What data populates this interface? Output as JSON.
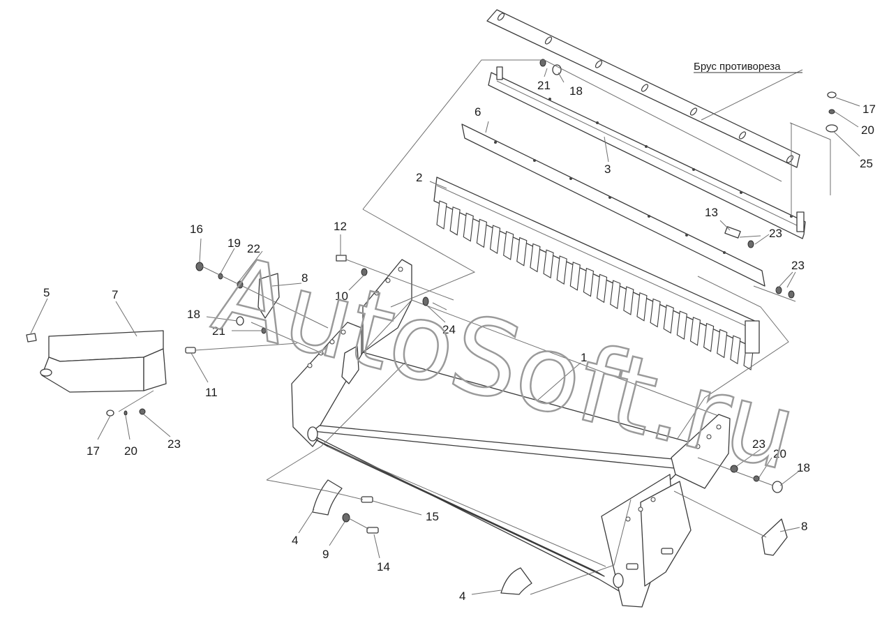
{
  "caption": "Брус противореза",
  "watermark": "AutoSoft.ru",
  "labels": {
    "l1": "1",
    "l2": "2",
    "l3": "3",
    "l4a": "4",
    "l4b": "4",
    "l5": "5",
    "l6": "6",
    "l7": "7",
    "l8a": "8",
    "l8b": "8",
    "l9": "9",
    "l10": "10",
    "l11": "11",
    "l12": "12",
    "l13": "13",
    "l14": "14",
    "l15": "15",
    "l16": "16",
    "l17a": "17",
    "l17b": "17",
    "l18a": "18",
    "l18b": "18",
    "l18c": "18",
    "l19": "19",
    "l20a": "20",
    "l20b": "20",
    "l20c": "20",
    "l21a": "21",
    "l21b": "21",
    "l22": "22",
    "l23a": "23",
    "l23b": "23",
    "l23c": "23",
    "l23d": "23",
    "l24": "24",
    "l25": "25"
  }
}
